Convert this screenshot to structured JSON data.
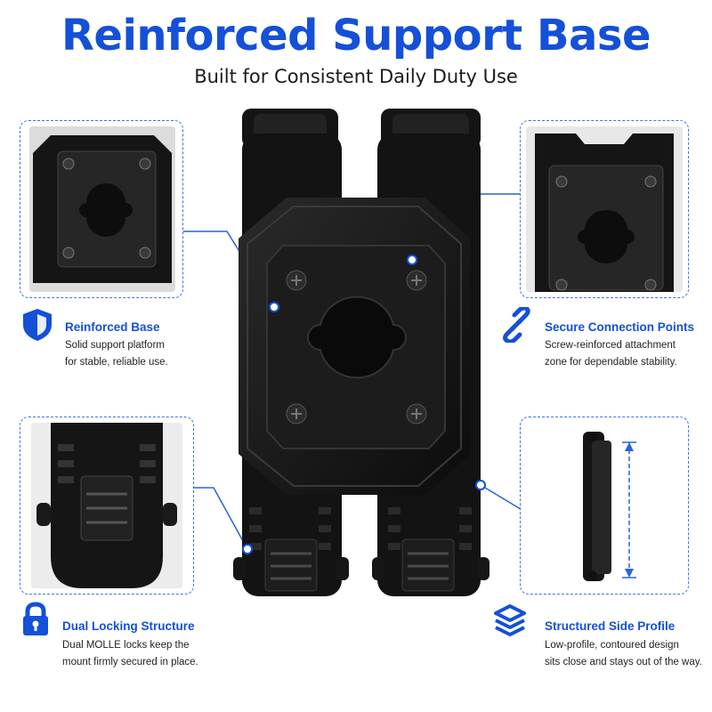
{
  "header": {
    "title": "Reinforced Support Base",
    "subtitle": "Built for Consistent Daily Duty Use"
  },
  "features": [
    {
      "title": "Reinforced Base",
      "line1": "Solid support platform",
      "line2": "for stable, reliable use.",
      "icon": "shield-icon"
    },
    {
      "title": "Secure Connection Points",
      "line1": "Screw-reinforced attachment",
      "line2": "zone for dependable stability.",
      "icon": "chain-link-icon"
    },
    {
      "title": "Dual Locking Structure",
      "line1": "Dual MOLLE locks keep the",
      "line2": "mount firmly secured in place.",
      "icon": "padlock-icon"
    },
    {
      "title": "Structured Side Profile",
      "line1": "Low-profile, contoured design",
      "line2": "sits close and stays out of the way.",
      "icon": "layers-icon"
    }
  ],
  "colors": {
    "accent": "#1450d8",
    "product": "#111111",
    "background": "#ffffff"
  }
}
